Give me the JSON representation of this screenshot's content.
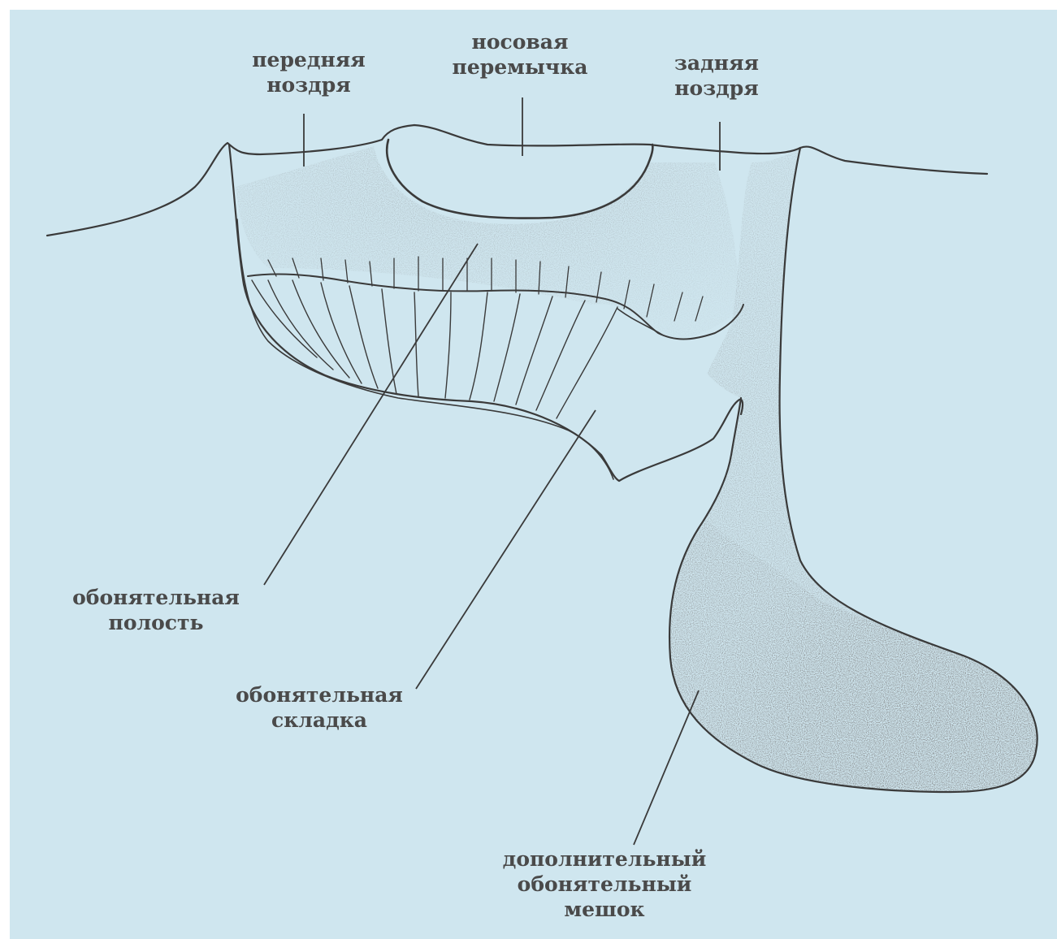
{
  "labels": {
    "anterior_nostril": [
      "передняя",
      "ноздря"
    ],
    "nasal_bridge": [
      "носовая",
      "перемычка"
    ],
    "posterior_nostril": [
      "задняя",
      "ноздря"
    ],
    "olfactory_cavity": [
      "обонятельная",
      "полость"
    ],
    "olfactory_fold": [
      "обонятельная",
      "складка"
    ],
    "accessory_sac": [
      "дополнительный",
      "обонятельный",
      "мешок"
    ]
  },
  "colors": {
    "background": "#cfe6ef",
    "ink": "#3a3a3a",
    "label": "#4a4a4a"
  }
}
